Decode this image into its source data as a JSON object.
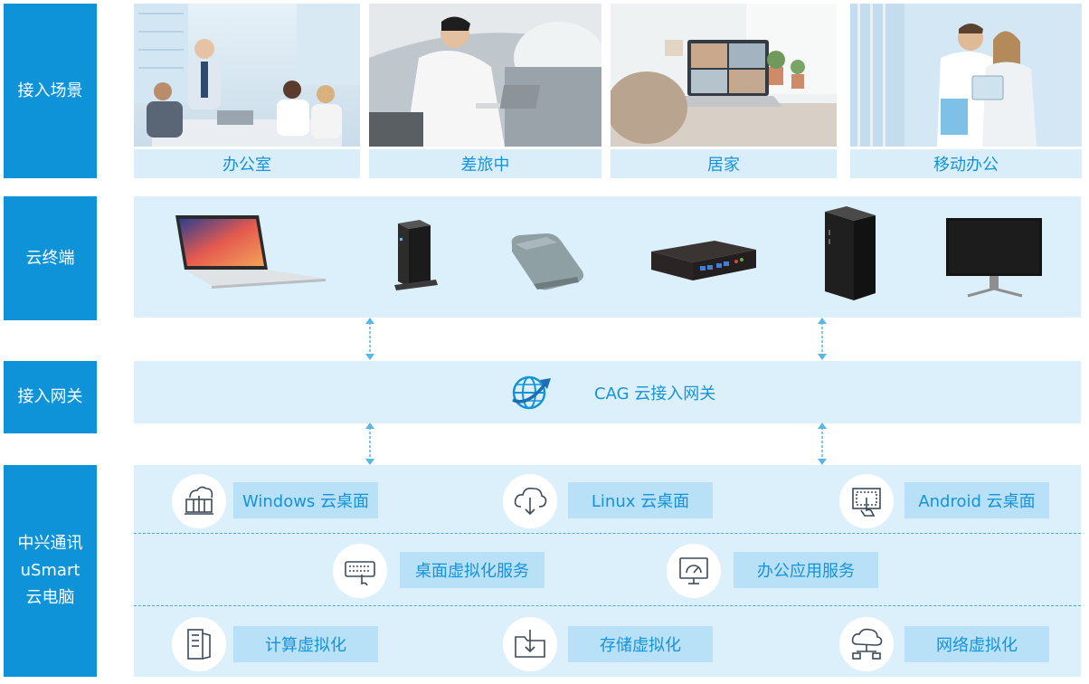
{
  "labels": {
    "scenes": "接入场景",
    "terminals": "云终端",
    "gateway": "接入网关",
    "platform": [
      "中兴通讯",
      "uSmart",
      "云电脑"
    ]
  },
  "scenes": [
    {
      "caption": "办公室",
      "icon": "office-meeting-photo"
    },
    {
      "caption": "差旅中",
      "icon": "traveler-laptop-photo"
    },
    {
      "caption": "居家",
      "icon": "home-video-call-photo"
    },
    {
      "caption": "移动办公",
      "icon": "mobile-office-photo"
    }
  ],
  "devices": [
    "laptop",
    "mini-pc-tower",
    "portable-terminal",
    "thin-client-box",
    "desktop-tower",
    "monitor"
  ],
  "gateway": {
    "text": "CAG 云接入网关",
    "icon": "globe-arrow-icon"
  },
  "services": {
    "desktops": [
      "Windows 云桌面",
      "Linux 云桌面",
      "Android 云桌面"
    ],
    "apps": [
      "桌面虚拟化服务",
      "办公应用服务"
    ],
    "infra": [
      "计算虚拟化",
      "存储虚拟化",
      "网络虚拟化"
    ]
  },
  "colors": {
    "label_bg": "#0e92d8",
    "panel_bg": "#dcf0fb",
    "accent": "#1593d9",
    "tag_bg": "#b8e0f6"
  }
}
